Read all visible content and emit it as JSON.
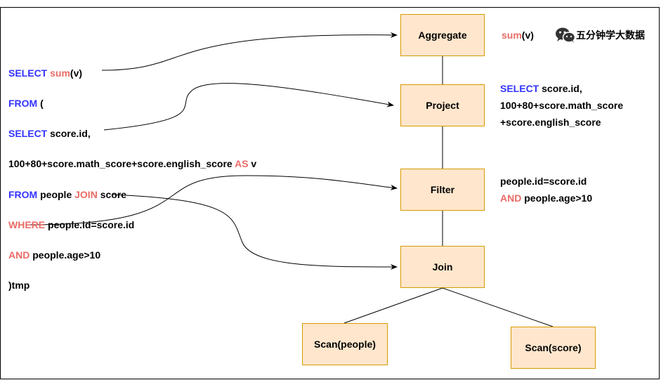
{
  "diagram": {
    "nodes": {
      "aggregate": "Aggregate",
      "project": "Project",
      "filter": "Filter",
      "join": "Join",
      "scan_people": "Scan(people)",
      "scan_score": "Scan(score)"
    },
    "sql": {
      "line1": {
        "kw": "SELECT",
        "fn": "sum",
        "rest": "(v)"
      },
      "line2": {
        "kw": "FROM",
        "rest": " ("
      },
      "line3": {
        "kw": "SELECT",
        "rest": " score.id,"
      },
      "line4": {
        "rest": "100+80+score.math_score+score.english_score ",
        "kw": "AS",
        "tail": " v"
      },
      "line5": {
        "kw": "FROM",
        "mid": " people ",
        "kw2": "JOIN",
        "rest": " score"
      },
      "line6": {
        "kw": "WHERE",
        "rest": " people.id=score.id"
      },
      "line7": {
        "kw": "AND",
        "rest": " people.age>10"
      },
      "line8": {
        "rest": ")tmp"
      }
    },
    "notes": {
      "aggregate": {
        "fn": "sum",
        "rest": "(v)"
      },
      "project": {
        "kw": "SELECT",
        "line1": " score.id,",
        "line2": "100+80+score.math_score",
        "line3": "+score.english_score"
      },
      "filter": {
        "line1": "people.id=score.id",
        "kw": "AND",
        "line2": " people.age>10"
      }
    },
    "brand": {
      "label": "五分钟学大数据",
      "icon": "wechat-icon"
    },
    "colors": {
      "keyword_blue": "#3333ff",
      "keyword_red": "#ea6b66",
      "node_fill": "#ffe6cc",
      "node_stroke": "#d79b00"
    }
  }
}
